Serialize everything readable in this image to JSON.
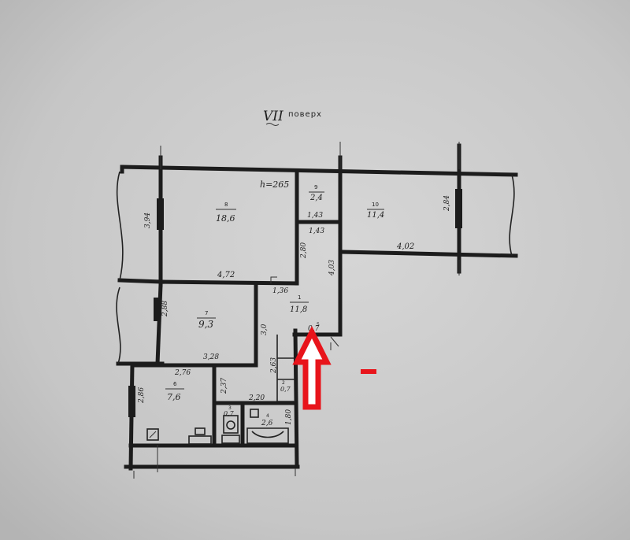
{
  "floor": {
    "numeral": "VII",
    "word": "поверх"
  },
  "ceiling_height": "h=265",
  "rooms": [
    {
      "id": "8",
      "area": "18,6"
    },
    {
      "id": "9",
      "area": "2,4"
    },
    {
      "id": "10",
      "area": "11,4"
    },
    {
      "id": "1",
      "area": "11,8"
    },
    {
      "id": "7",
      "area": "9,3"
    },
    {
      "id": "6",
      "area": "7,6"
    },
    {
      "id": "5",
      "area": "0,7"
    },
    {
      "id": "4",
      "area": "2,6"
    },
    {
      "id": "3",
      "area": "0,7"
    },
    {
      "id": "2",
      "area": "0,7"
    }
  ],
  "dimensions": {
    "d394": "3,94",
    "d472": "4,72",
    "d143a": "1,43",
    "d143b": "1,43",
    "d284": "2,84",
    "d402": "4,02",
    "d280": "2,80",
    "d403": "4,03",
    "d136": "1,36",
    "d288": "2,88",
    "d30": "3,0",
    "d328": "3,28",
    "d276": "2,76",
    "d263": "2,63",
    "d220": "2,20",
    "d286": "2,86",
    "d180": "1,80",
    "d237": "2,37"
  },
  "colors": {
    "paper": "#cbcbcb",
    "ink": "#1c1c1c",
    "arrow": "#e8141b"
  }
}
